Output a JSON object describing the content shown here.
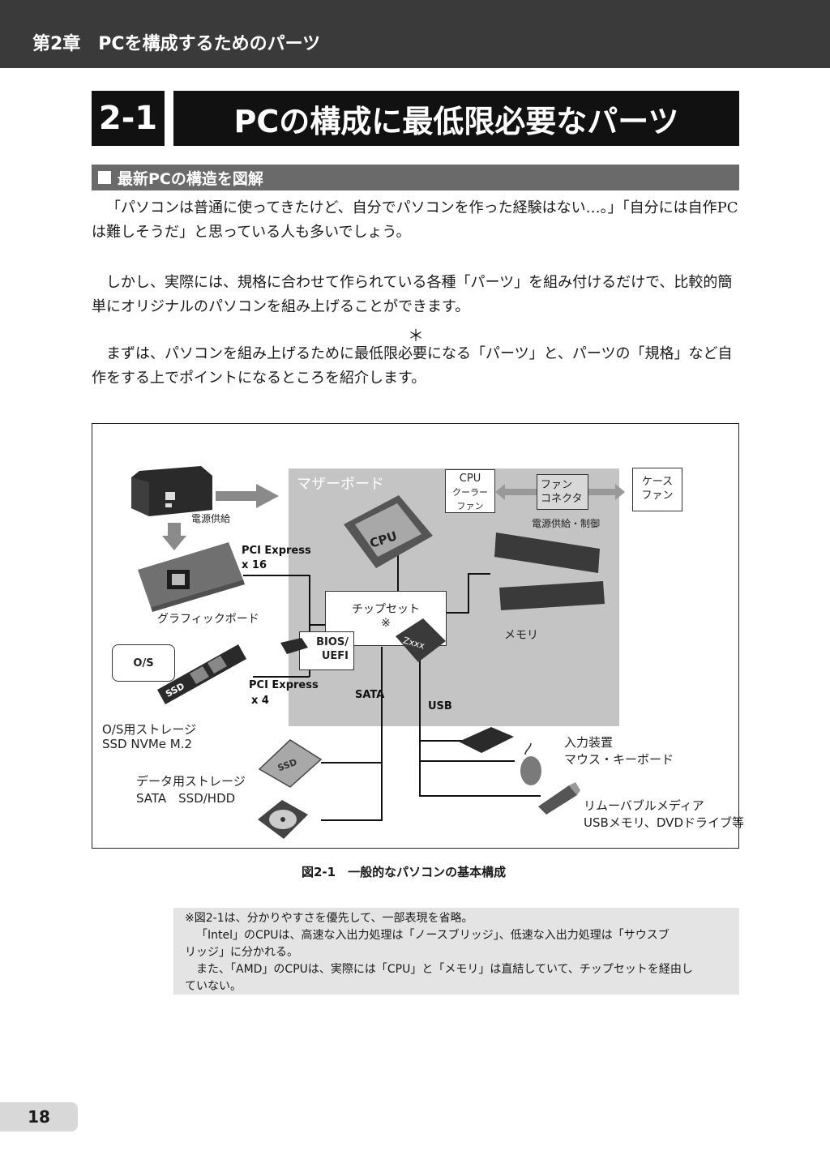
{
  "header": {
    "chapter": "第2章　PCを構成するためのパーツ"
  },
  "section": {
    "number": "2-1",
    "title": "PCの構成に最低限必要なパーツ"
  },
  "subsection": {
    "title": "最新PCの構造を図解"
  },
  "body": {
    "p1": "「パソコンは普通に使ってきたけど、自分でパソコンを作った経験はない…。」「自分には自作PCは難しそうだ」と思っている人も多いでしょう。",
    "p2": "しかし、実際には、規格に合わせて作られている各種「パーツ」を組み付けるだけで、比較的簡単にオリジナルのパソコンを組み上げることができます。",
    "asterisk": "＊",
    "p3": "まずは、パソコンを組み上げるために最低限必要になる「パーツ」と、パーツの「規格」など自作をする上でポイントになるところを紹介します。"
  },
  "figure": {
    "motherboard": "マザーボード",
    "psu": "電源供給",
    "gpu_board": "グラフィックボード",
    "pcie16_a": "PCI Express",
    "pcie16_b": "x 16",
    "cpu_chip": "CPU",
    "cpu_cooler_1": "CPU",
    "cpu_cooler_2": "クーラー",
    "cpu_cooler_3": "ファン",
    "fan_conn_1": "ファン",
    "fan_conn_2": "コネクタ",
    "case_fan_1": "ケース",
    "case_fan_2": "ファン",
    "power_ctrl": "電源供給・制御",
    "chipset_1": "チップセット",
    "chipset_2": "※",
    "chipset_chip": "Zxxx",
    "memory": "メモリ",
    "bios_1": "BIOS/",
    "bios_2": "UEFI",
    "os": "O/S",
    "ssd_mark": "SSD",
    "pcie4_a": "PCI Express",
    "pcie4_b": "x 4",
    "sata": "SATA",
    "usb": "USB",
    "os_storage_1": "O/S用ストレージ",
    "os_storage_2": "SSD NVMe M.2",
    "data_storage_1": "データ用ストレージ",
    "data_storage_2": "SATA　SSD/HDD",
    "ssd_disk_mark": "SSD",
    "input_1": "入力装置",
    "input_2": "マウス・キーボード",
    "removable_1": "リムーバブルメディア",
    "removable_2": "USBメモリ、DVDドライブ等"
  },
  "caption": "図2-1　一般的なパソコンの基本構成",
  "note": {
    "l1": "※図2-1は、分かりやすさを優先して、一部表現を省略。",
    "l2": "「Intel」のCPUは、高速な入出力処理は「ノースブリッジ」、低速な入出力処理は「サウスブ",
    "l3": "リッジ」に分かれる。",
    "l4": "また、「AMD」のCPUは、実際には「CPU」と「メモリ」は直結していて、チップセットを経由し",
    "l5": "ていない。"
  },
  "page_number": "18"
}
